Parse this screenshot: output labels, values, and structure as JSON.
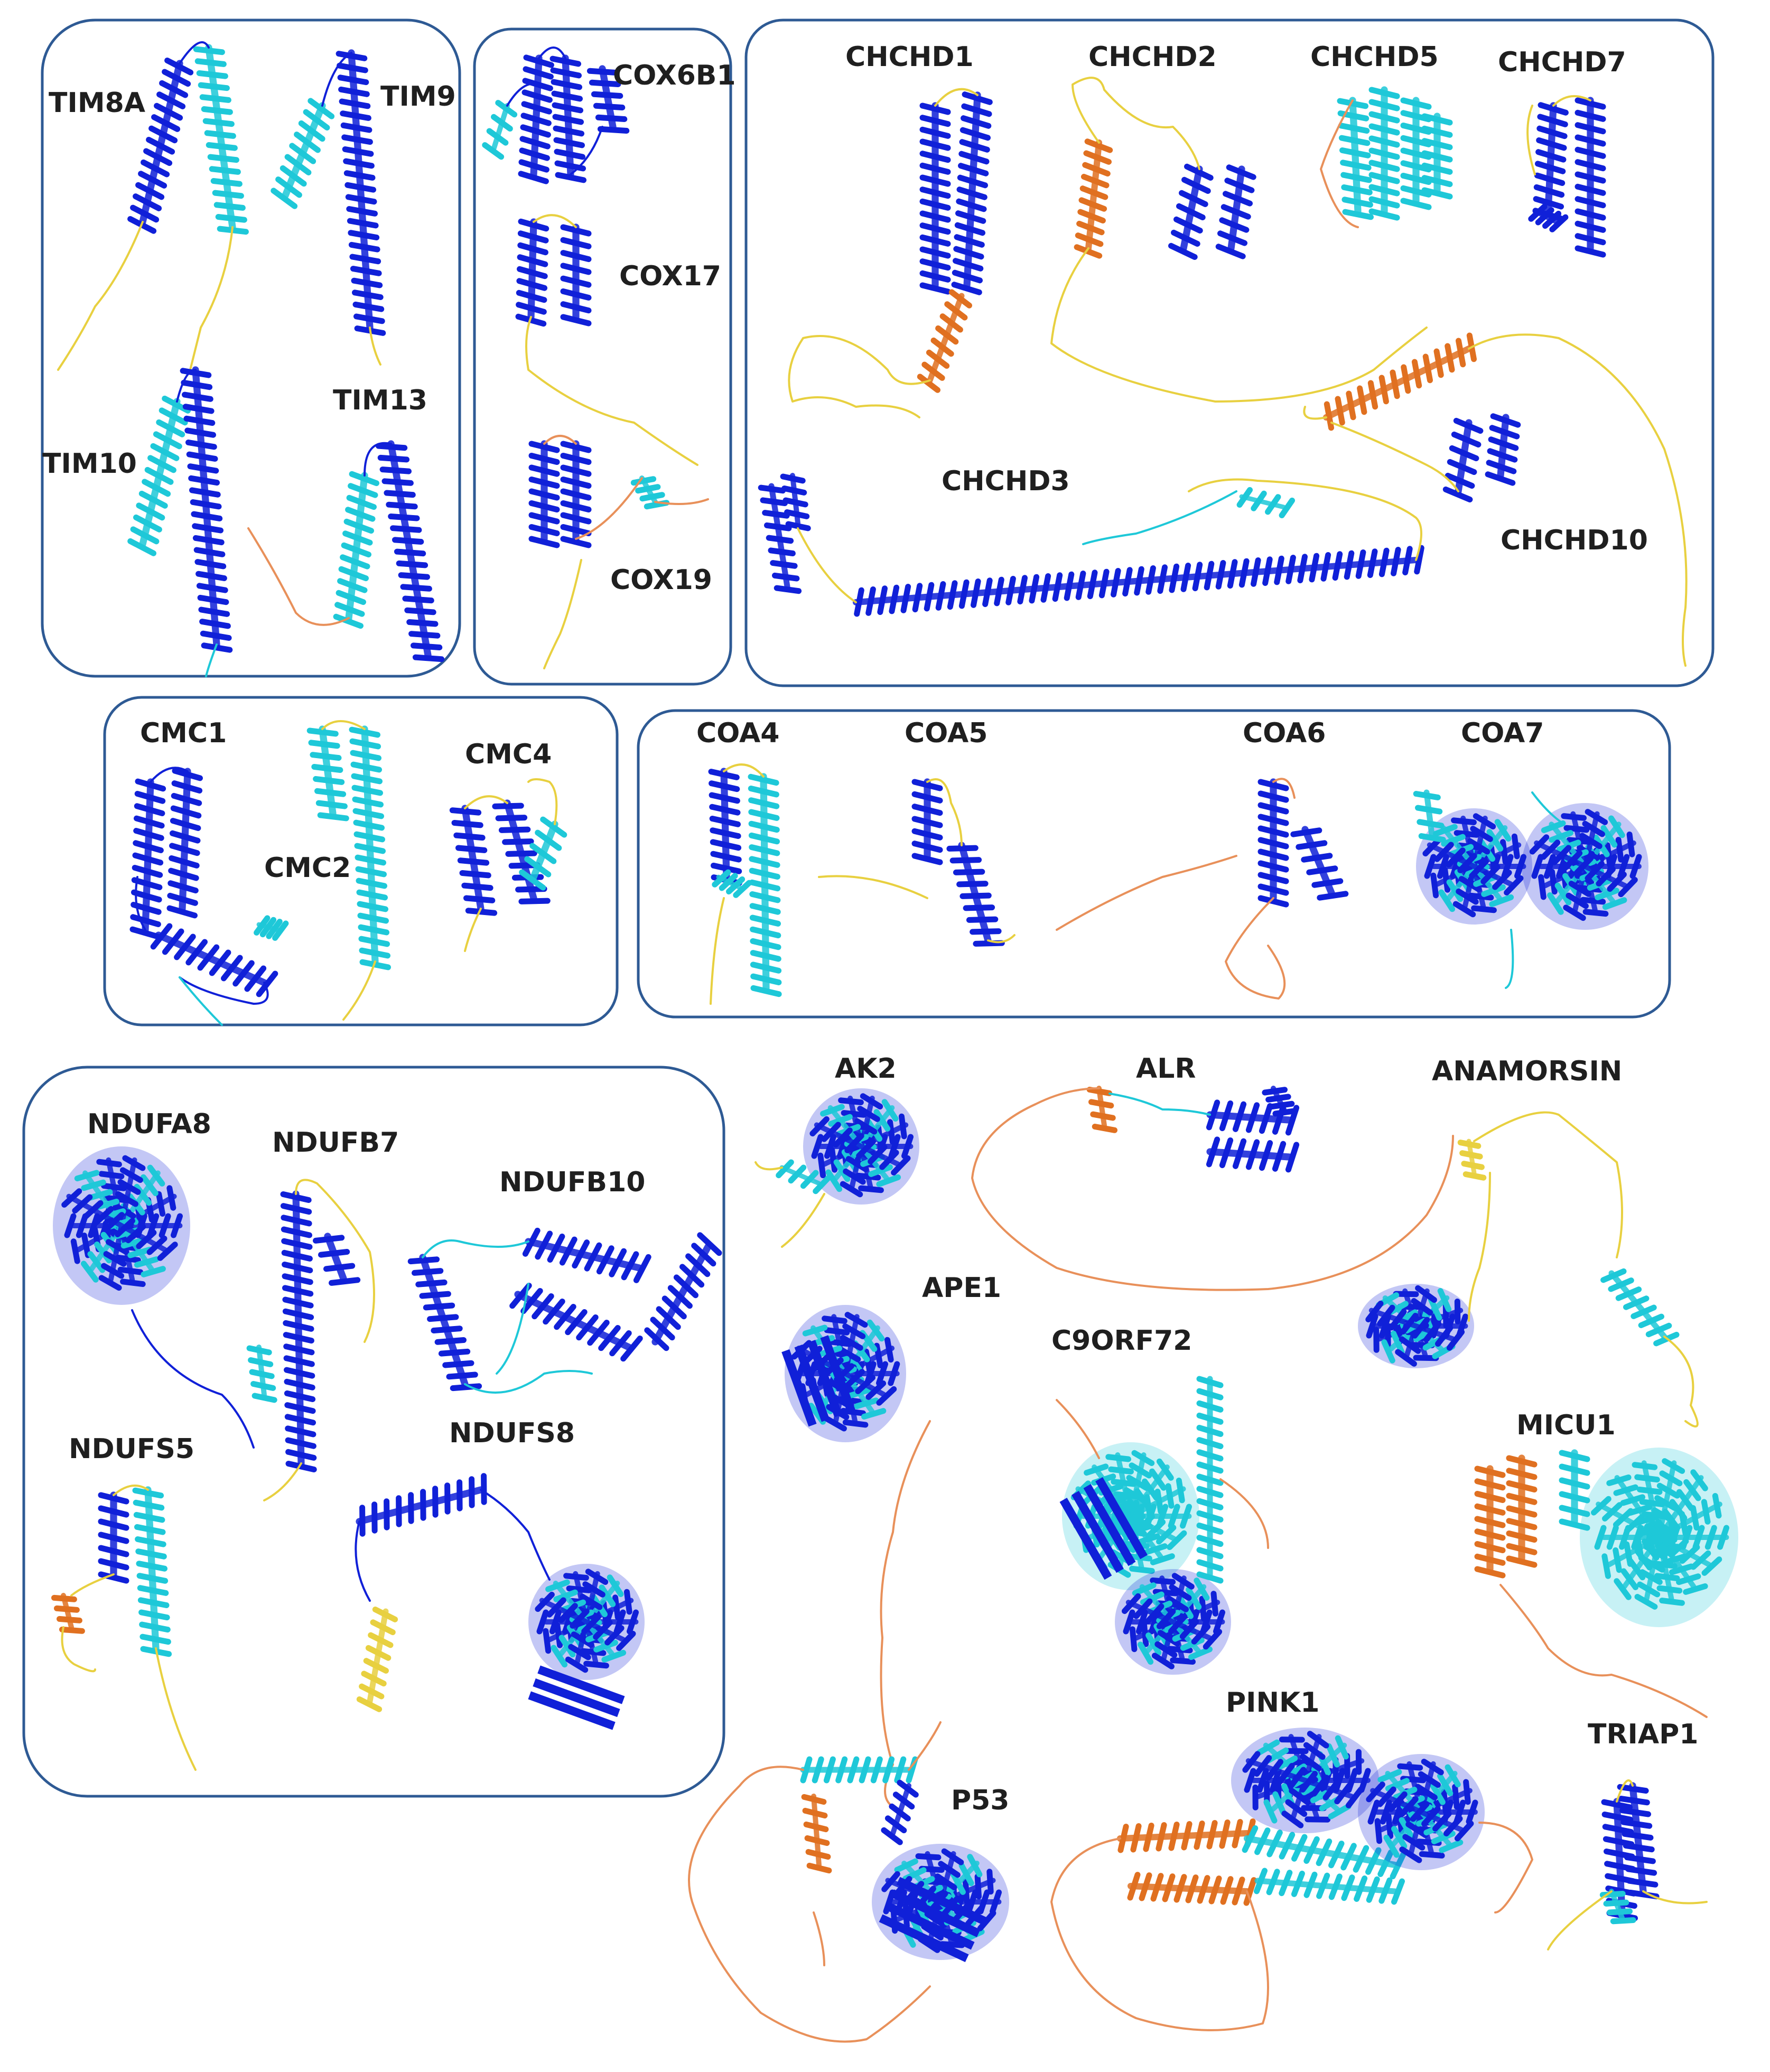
{
  "colors": {
    "very_high": "#1020d8",
    "confident": "#1ec8d8",
    "low": "#e8d040",
    "very_low": "#e8905a",
    "mid": "#e07020",
    "box": "#2e5a94"
  },
  "groups": [
    {
      "id": "tim",
      "proteins": [
        {
          "id": "tim8a",
          "label": "TIM8A"
        },
        {
          "id": "tim9",
          "label": "TIM9"
        },
        {
          "id": "tim10",
          "label": "TIM10"
        },
        {
          "id": "tim13",
          "label": "TIM13"
        }
      ]
    },
    {
      "id": "cox",
      "proteins": [
        {
          "id": "cox6b1",
          "label": "COX6B1"
        },
        {
          "id": "cox17",
          "label": "COX17"
        },
        {
          "id": "cox19",
          "label": "COX19"
        }
      ]
    },
    {
      "id": "chchd",
      "proteins": [
        {
          "id": "chchd1",
          "label": "CHCHD1"
        },
        {
          "id": "chchd2",
          "label": "CHCHD2"
        },
        {
          "id": "chchd5",
          "label": "CHCHD5"
        },
        {
          "id": "chchd7",
          "label": "CHCHD7"
        },
        {
          "id": "chchd3",
          "label": "CHCHD3"
        },
        {
          "id": "chchd10",
          "label": "CHCHD10"
        }
      ]
    },
    {
      "id": "cmc",
      "proteins": [
        {
          "id": "cmc1",
          "label": "CMC1"
        },
        {
          "id": "cmc2",
          "label": "CMC2"
        },
        {
          "id": "cmc4",
          "label": "CMC4"
        }
      ]
    },
    {
      "id": "coa",
      "proteins": [
        {
          "id": "coa4",
          "label": "COA4"
        },
        {
          "id": "coa5",
          "label": "COA5"
        },
        {
          "id": "coa6",
          "label": "COA6"
        },
        {
          "id": "coa7",
          "label": "COA7"
        }
      ]
    },
    {
      "id": "nduf",
      "proteins": [
        {
          "id": "ndufa8",
          "label": "NDUFA8"
        },
        {
          "id": "ndufb7",
          "label": "NDUFB7"
        },
        {
          "id": "ndufb10",
          "label": "NDUFB10"
        },
        {
          "id": "ndufs5",
          "label": "NDUFS5"
        },
        {
          "id": "ndufs8",
          "label": "NDUFS8"
        }
      ]
    }
  ],
  "others": [
    {
      "id": "ak2",
      "label": "AK2"
    },
    {
      "id": "alr",
      "label": "ALR"
    },
    {
      "id": "anamorsin",
      "label": "ANAMORSIN"
    },
    {
      "id": "ape1",
      "label": "APE1"
    },
    {
      "id": "c9orf72",
      "label": "C9ORF72"
    },
    {
      "id": "micu1",
      "label": "MICU1"
    },
    {
      "id": "p53",
      "label": "P53"
    },
    {
      "id": "pink1",
      "label": "PINK1"
    },
    {
      "id": "triap1",
      "label": "TRIAP1"
    }
  ]
}
